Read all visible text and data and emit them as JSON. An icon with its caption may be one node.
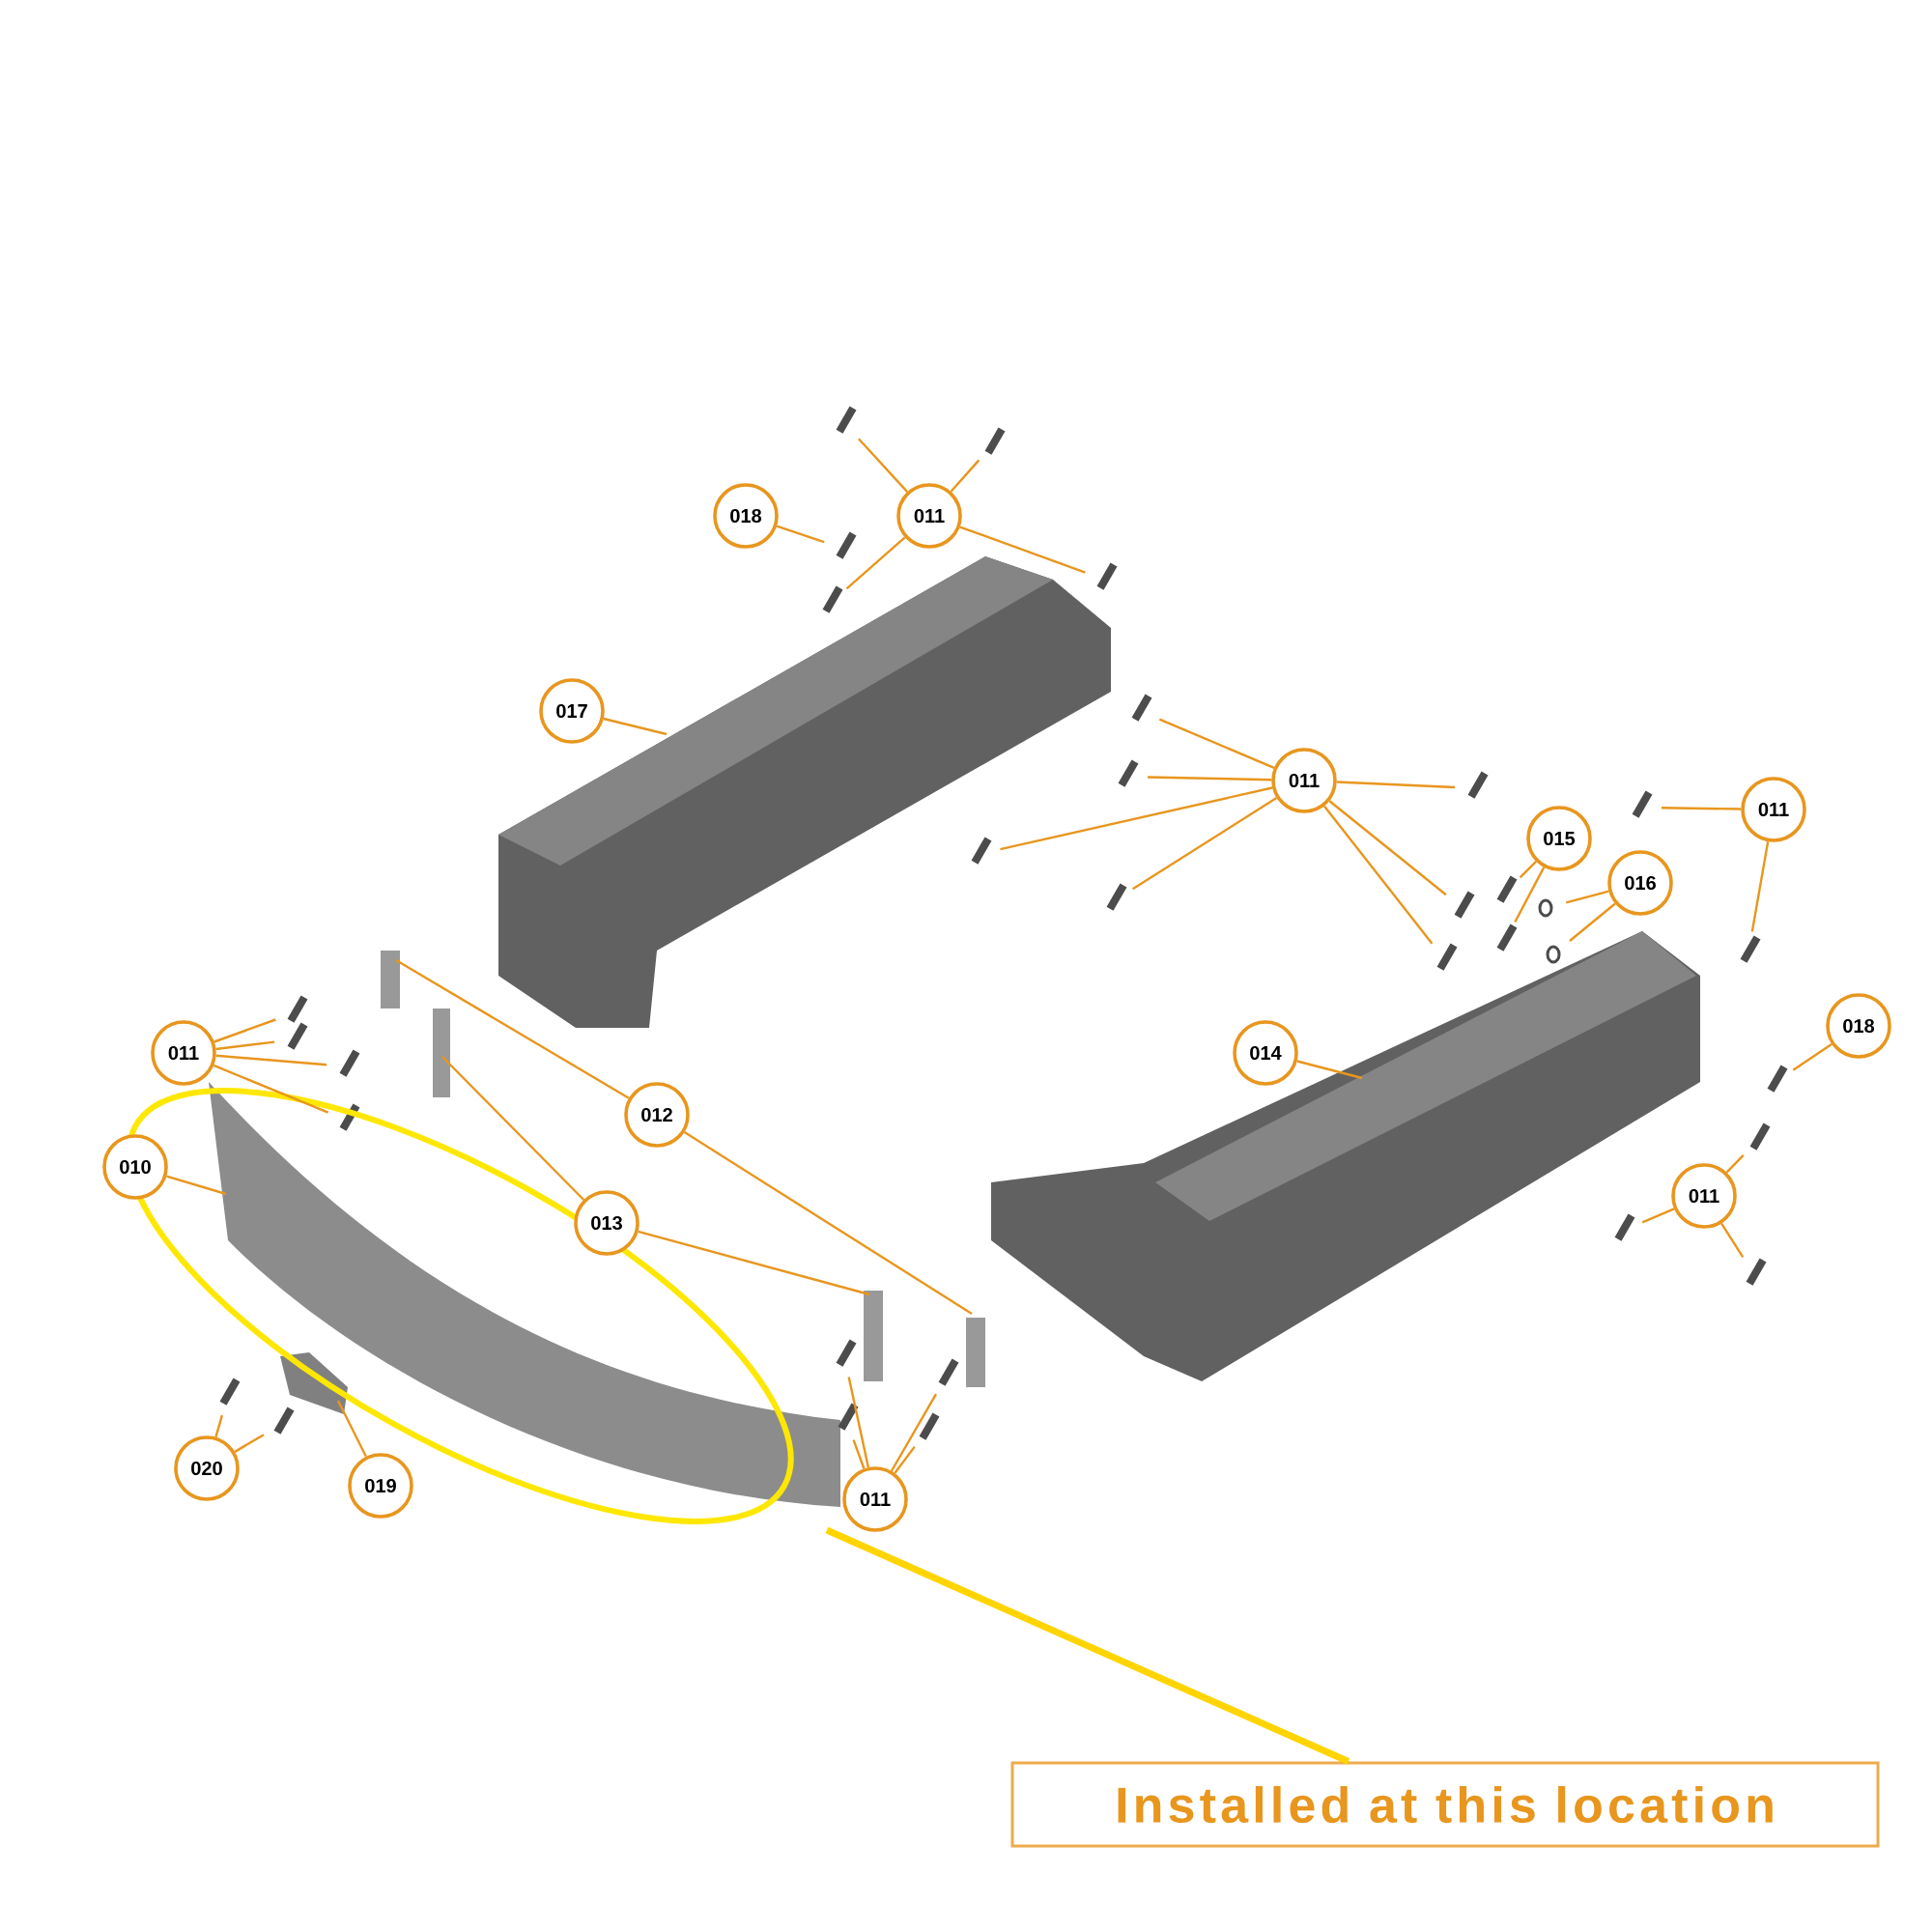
{
  "diagram": {
    "nodes": [
      {
        "text": [
          "018"
        ]
      },
      {
        "text": [
          "011"
        ]
      },
      {
        "text": [
          "017"
        ]
      },
      {
        "text": [
          "011"
        ]
      },
      {
        "text": [
          "015"
        ]
      },
      {
        "text": [
          "011"
        ]
      },
      {
        "text": [
          "016"
        ]
      },
      {
        "text": [
          "018"
        ]
      },
      {
        "text": [
          "014"
        ]
      },
      {
        "text": [
          "011"
        ]
      },
      {
        "text": [
          "011"
        ]
      },
      {
        "text": [
          "012"
        ]
      },
      {
        "text": [
          "013"
        ]
      },
      {
        "text": [
          "010"
        ]
      },
      {
        "text": [
          "020"
        ]
      },
      {
        "text": [
          "019"
        ]
      },
      {
        "text": [
          "011"
        ]
      },
      {
        "text": [
          "Installed at this location"
        ]
      }
    ],
    "edges": [
      {
        "from": 0,
        "to": null,
        "arrow": "none"
      },
      {
        "from": 1,
        "to": null,
        "arrow": "none"
      },
      {
        "from": 1,
        "to": null,
        "arrow": "none"
      },
      {
        "from": 1,
        "to": null,
        "arrow": "none"
      },
      {
        "from": 1,
        "to": null,
        "arrow": "none"
      },
      {
        "from": 2,
        "to": null,
        "arrow": "none"
      },
      {
        "from": 3,
        "to": null,
        "arrow": "none"
      },
      {
        "from": 3,
        "to": null,
        "arrow": "none"
      },
      {
        "from": 3,
        "to": null,
        "arrow": "none"
      },
      {
        "from": 3,
        "to": null,
        "arrow": "none"
      },
      {
        "from": 3,
        "to": null,
        "arrow": "none"
      },
      {
        "from": 3,
        "to": null,
        "arrow": "none"
      },
      {
        "from": 3,
        "to": null,
        "arrow": "none"
      },
      {
        "from": 4,
        "to": null,
        "arrow": "none"
      },
      {
        "from": 4,
        "to": null,
        "arrow": "none"
      },
      {
        "from": 5,
        "to": null,
        "arrow": "none"
      },
      {
        "from": 5,
        "to": null,
        "arrow": "none"
      },
      {
        "from": 6,
        "to": null,
        "arrow": "none"
      },
      {
        "from": 6,
        "to": null,
        "arrow": "none"
      },
      {
        "from": 7,
        "to": null,
        "arrow": "none"
      },
      {
        "from": 8,
        "to": null,
        "arrow": "none"
      },
      {
        "from": 9,
        "to": null,
        "arrow": "none"
      },
      {
        "from": 9,
        "to": null,
        "arrow": "none"
      },
      {
        "from": 9,
        "to": null,
        "arrow": "none"
      },
      {
        "from": 10,
        "to": null,
        "arrow": "none"
      },
      {
        "from": 10,
        "to": null,
        "arrow": "none"
      },
      {
        "from": 10,
        "to": null,
        "arrow": "none"
      },
      {
        "from": 10,
        "to": null,
        "arrow": "none"
      },
      {
        "from": 11,
        "to": null,
        "arrow": "none"
      },
      {
        "from": 11,
        "to": null,
        "arrow": "none"
      },
      {
        "from": 12,
        "to": null,
        "arrow": "none"
      },
      {
        "from": 12,
        "to": null,
        "arrow": "none"
      },
      {
        "from": 13,
        "to": null,
        "arrow": "none"
      },
      {
        "from": 14,
        "to": null,
        "arrow": "none"
      },
      {
        "from": 14,
        "to": null,
        "arrow": "none"
      },
      {
        "from": 15,
        "to": null,
        "arrow": "none"
      },
      {
        "from": 16,
        "to": null,
        "arrow": "none"
      },
      {
        "from": 16,
        "to": null,
        "arrow": "none"
      },
      {
        "from": 16,
        "to": null,
        "arrow": "none"
      },
      {
        "from": 16,
        "to": null,
        "arrow": "none"
      },
      {
        "from": 17,
        "to": null,
        "arrow": "none",
        "style": "thick",
        "color": "#ffd400"
      }
    ]
  }
}
